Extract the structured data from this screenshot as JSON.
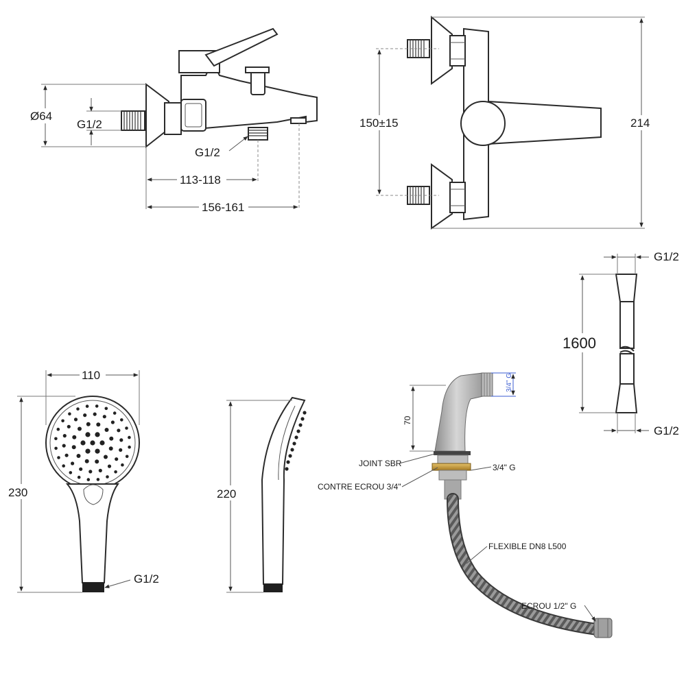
{
  "mixer_side": {
    "diameter": "Ø64",
    "inlet_thread": "G1/2",
    "outlet_thread": "G1/2",
    "dim_inner": "113-118",
    "dim_outer": "156-161"
  },
  "mixer_front": {
    "centers": "150±15",
    "height": "214"
  },
  "hose": {
    "top_thread": "G1/2",
    "length": "1600",
    "bottom_thread": "G1/2"
  },
  "handshower_front": {
    "width": "110",
    "height": "230",
    "thread": "G1/2"
  },
  "handshower_side": {
    "height": "220"
  },
  "elbow": {
    "height": "70",
    "top_thread": "3/4\" G",
    "labels": {
      "joint": "JOINT SBR",
      "nut": "CONTRE ECROU 3/4\"",
      "thread": "3/4\" G",
      "flexible": "FLEXIBLE DN8 L500",
      "ecrou": "ECROU 1/2\" G"
    }
  },
  "colors": {
    "line": "#2b2b2b",
    "brass": "#c9a24a",
    "elbow_body": "#b9b9b9",
    "braid": "#6e6e6e"
  }
}
